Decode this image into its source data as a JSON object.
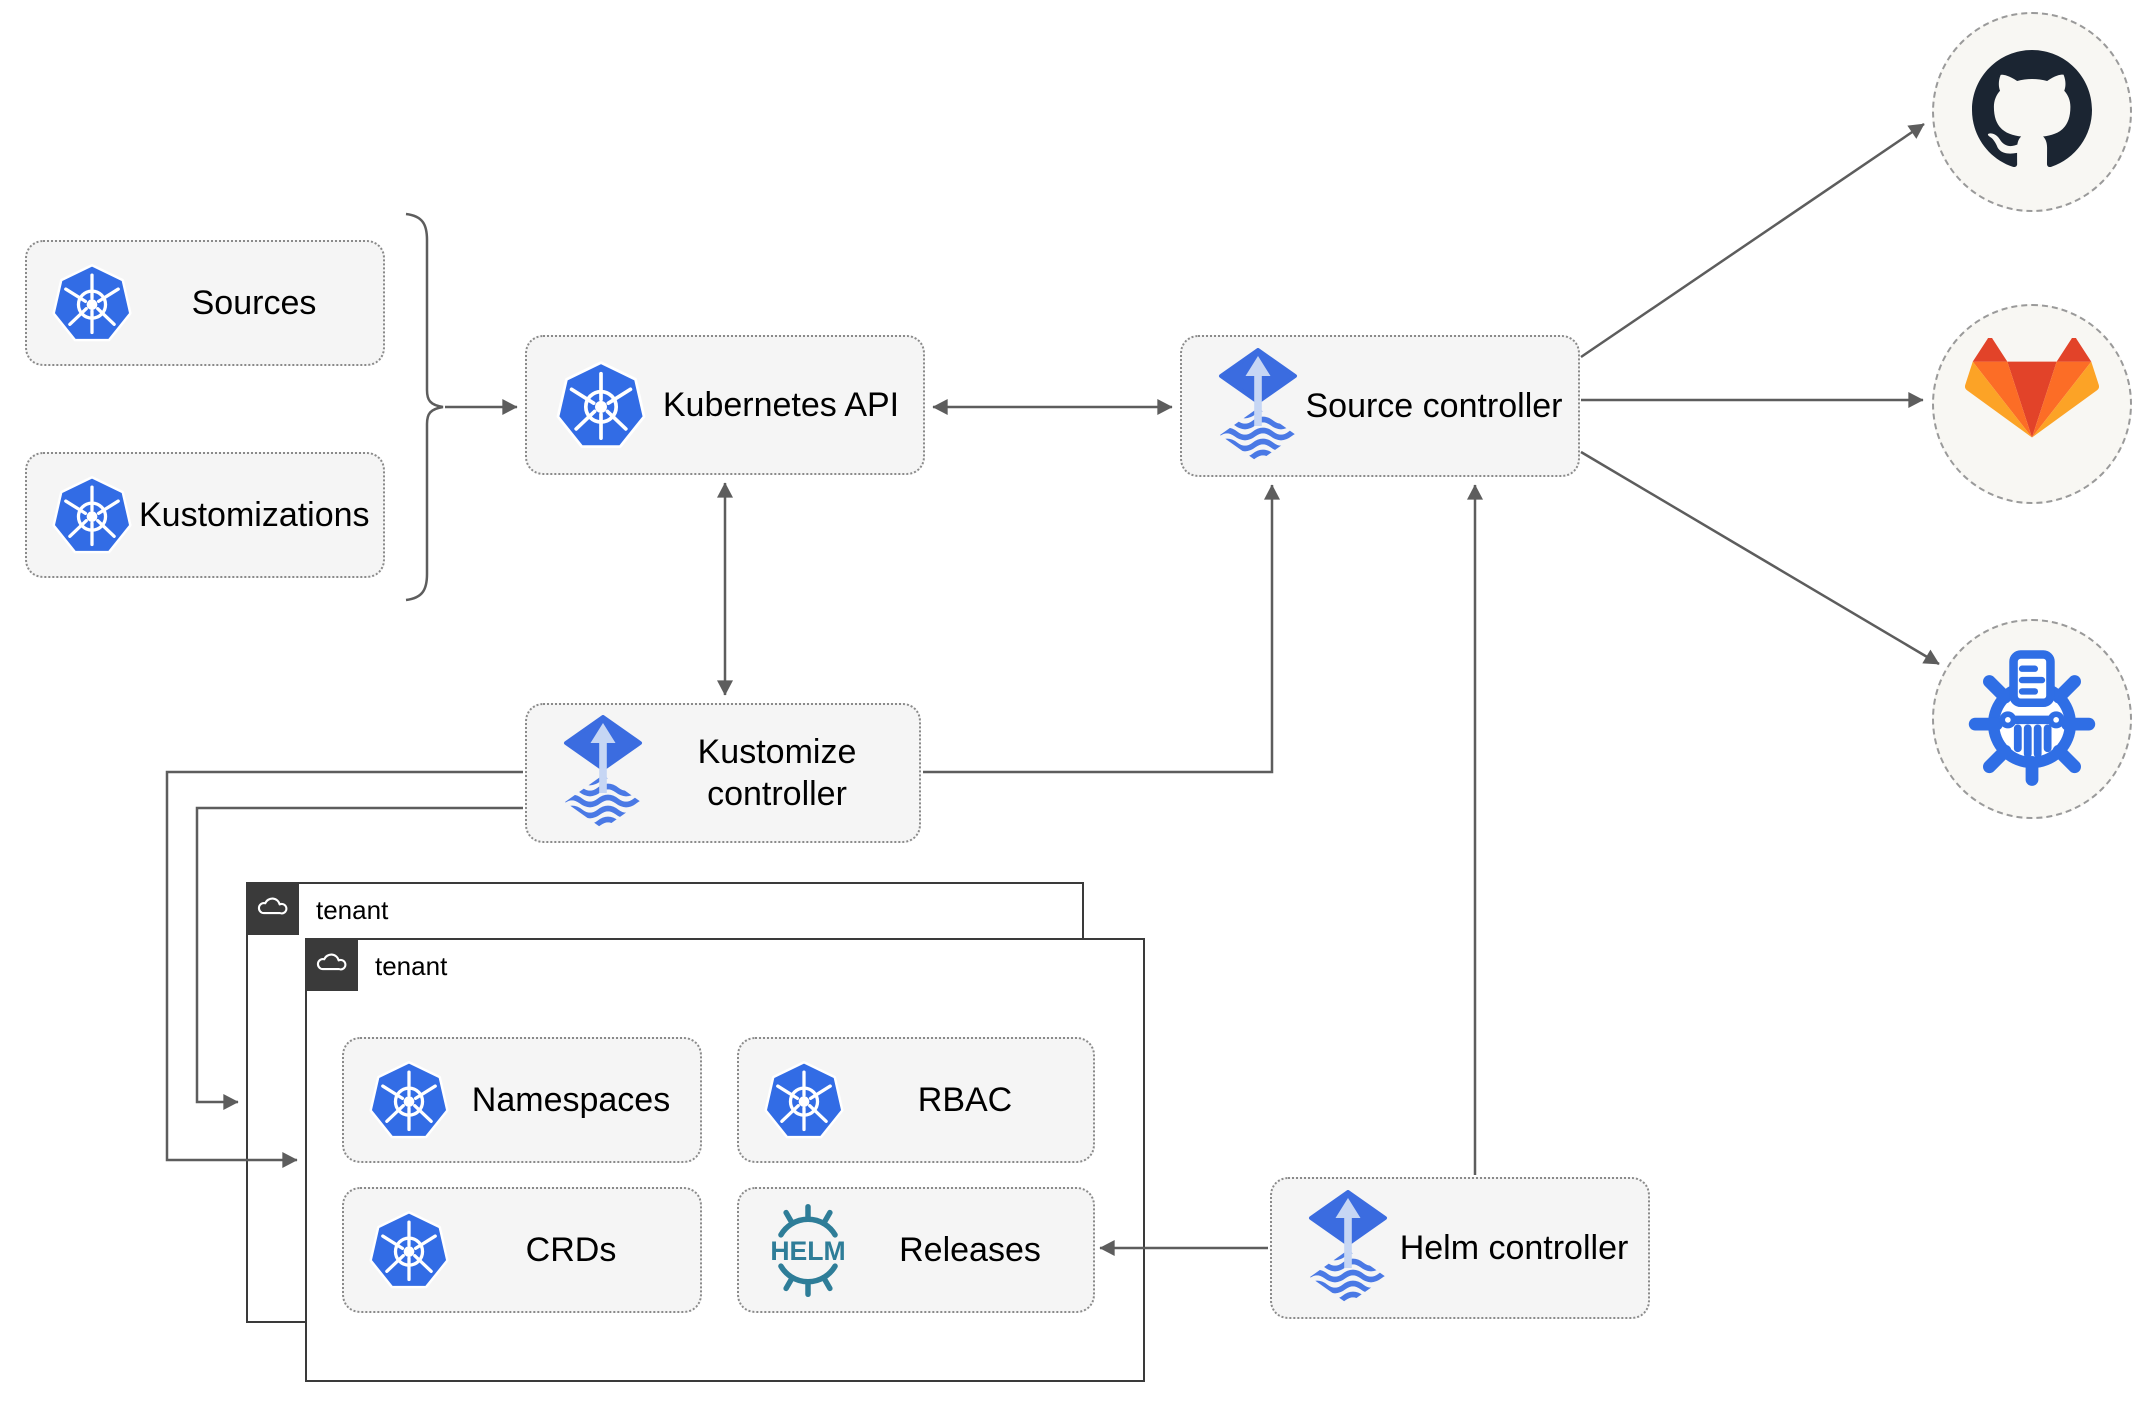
{
  "diagram": {
    "nodes": {
      "sources": {
        "label": "Sources",
        "icon": "kubernetes-icon"
      },
      "kustomizations": {
        "label": "Kustomizations",
        "icon": "kubernetes-icon"
      },
      "kubernetes_api": {
        "label": "Kubernetes API",
        "icon": "kubernetes-icon"
      },
      "source_controller": {
        "label": "Source controller",
        "icon": "flux-icon"
      },
      "kustomize_controller": {
        "label": "Kustomize controller",
        "icon": "flux-icon"
      },
      "helm_controller": {
        "label": "Helm controller",
        "icon": "flux-icon"
      },
      "namespaces": {
        "label": "Namespaces",
        "icon": "kubernetes-icon"
      },
      "rbac": {
        "label": "RBAC",
        "icon": "kubernetes-icon"
      },
      "crds": {
        "label": "CRDs",
        "icon": "kubernetes-icon"
      },
      "releases": {
        "label": "Releases",
        "icon": "helm-icon"
      }
    },
    "helm_logo_text": "HELM",
    "groups": {
      "tenant_back": {
        "label": "tenant",
        "icon": "cloud-icon"
      },
      "tenant_front": {
        "label": "tenant",
        "icon": "cloud-icon"
      }
    },
    "external_targets": [
      {
        "name": "github",
        "icon": "github-icon"
      },
      {
        "name": "gitlab",
        "icon": "gitlab-icon"
      },
      {
        "name": "helm-repository",
        "icon": "helm-repository-icon"
      }
    ],
    "colors": {
      "kubernetes_blue": "#326ce5",
      "flux_blue": "#3b6ce0",
      "flux_wave_blue": "#4a79e5",
      "flux_arrow_light": "#c6d6f4",
      "helm_teal": "#2e7d98",
      "github_dark": "#1b2532",
      "gitlab_red": "#e24329",
      "gitlab_orange": "#fc6d26",
      "gitlab_amber": "#fca326",
      "connector_gray": "#5d5d5d",
      "node_fill": "#f5f5f5",
      "tenant_border": "#3a3a3a"
    }
  }
}
